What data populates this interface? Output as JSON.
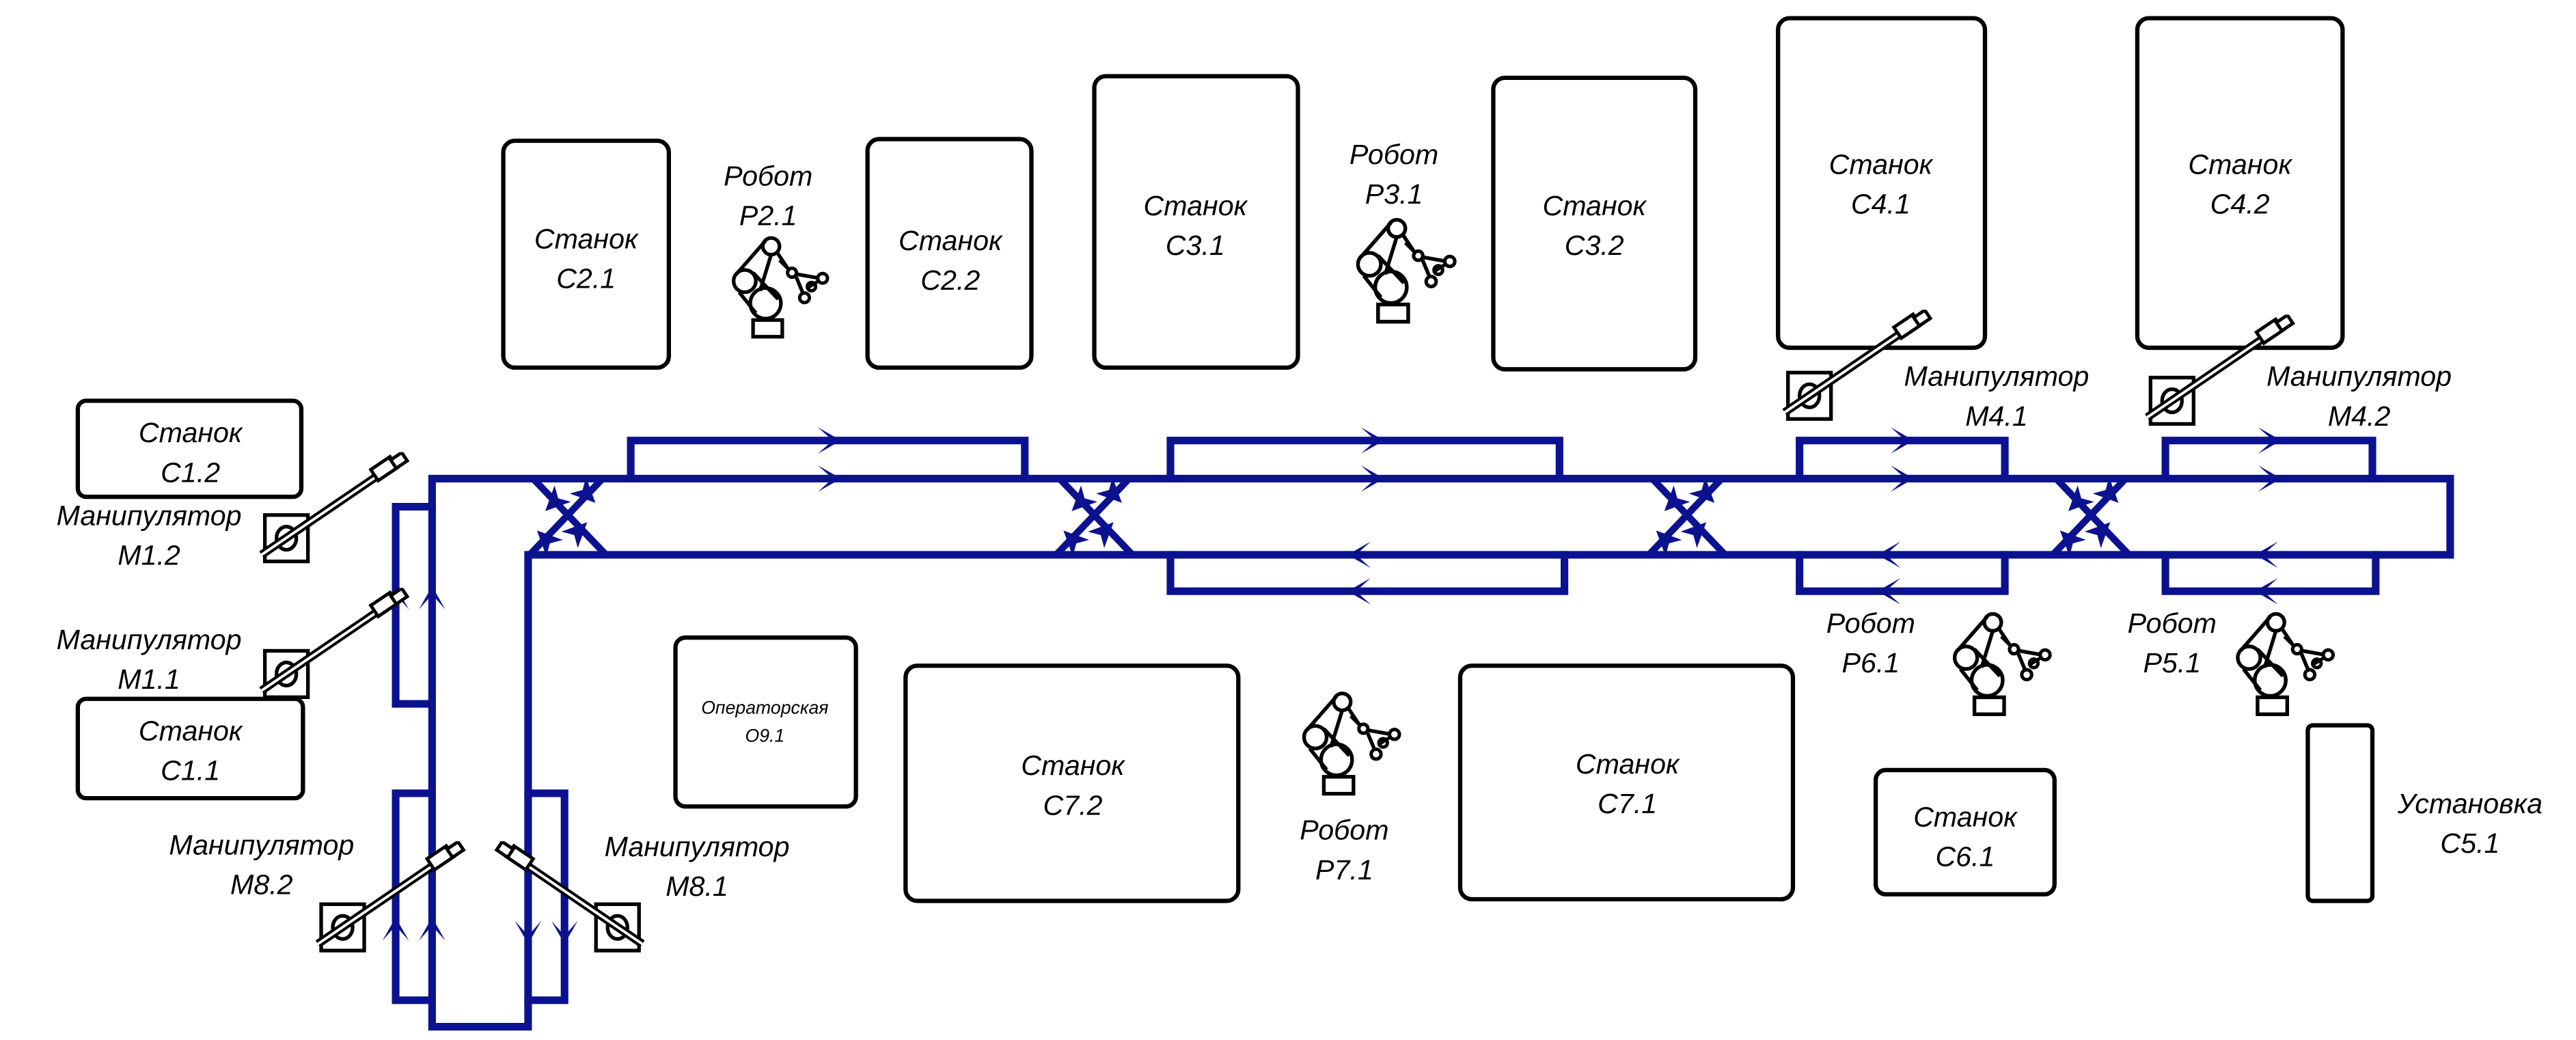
{
  "colors": {
    "conveyor": "#0c128f",
    "ink": "#000000",
    "background": "#ffffff"
  },
  "machines": [
    {
      "id": "c2-1",
      "title": "Станок",
      "code": "C2.1"
    },
    {
      "id": "c2-2",
      "title": "Станок",
      "code": "C2.2"
    },
    {
      "id": "c3-1",
      "title": "Станок",
      "code": "C3.1"
    },
    {
      "id": "c3-2",
      "title": "Станок",
      "code": "C3.2"
    },
    {
      "id": "c4-1",
      "title": "Станок",
      "code": "C4.1"
    },
    {
      "id": "c4-2",
      "title": "Станок",
      "code": "C4.2"
    },
    {
      "id": "c1-2",
      "title": "Станок",
      "code": "C1.2"
    },
    {
      "id": "c1-1",
      "title": "Станок",
      "code": "C1.1"
    },
    {
      "id": "c7-2",
      "title": "Станок",
      "code": "C7.2"
    },
    {
      "id": "c7-1",
      "title": "Станок",
      "code": "C7.1"
    },
    {
      "id": "c6-1",
      "title": "Станок",
      "code": "C6.1"
    }
  ],
  "operator_room": {
    "title": "Операторская",
    "code": "O9.1"
  },
  "installation": {
    "title": "Установка",
    "code": "C5.1"
  },
  "robots": [
    {
      "title": "Робот",
      "code": "P2.1"
    },
    {
      "title": "Робот",
      "code": "P3.1"
    },
    {
      "title": "Робот",
      "code": "P6.1"
    },
    {
      "title": "Робот",
      "code": "P5.1"
    },
    {
      "title": "Робот",
      "code": "P7.1"
    }
  ],
  "manipulators": [
    {
      "title": "Манипулятор",
      "code": "M1.2"
    },
    {
      "title": "Манипулятор",
      "code": "M1.1"
    },
    {
      "title": "Манипулятор",
      "code": "M4.1"
    },
    {
      "title": "Манипулятор",
      "code": "M4.2"
    },
    {
      "title": "Манипулятор",
      "code": "M8.2"
    },
    {
      "title": "Манипулятор",
      "code": "M8.1"
    }
  ]
}
